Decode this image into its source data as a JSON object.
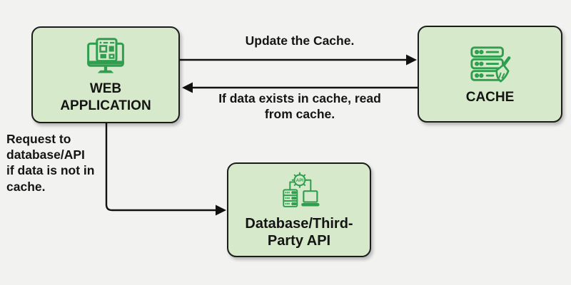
{
  "colors": {
    "background": "#f2f3f1",
    "node_fill": "#d6e9ca",
    "node_border": "#1c1c1c",
    "icon_green": "#2f9e4e",
    "text": "#141414",
    "arrow": "#111111"
  },
  "nodes": [
    {
      "id": "web-application",
      "icon": "monitor-webpage-icon",
      "title_lines": [
        "WEB",
        "APPLICATION"
      ]
    },
    {
      "id": "cache",
      "icon": "server-broom-icon",
      "title_lines": [
        "CACHE"
      ]
    },
    {
      "id": "database-api",
      "icon": "api-gear-laptop-icon",
      "icon_label": "API",
      "title_lines": [
        "Database/Third-",
        "Party API"
      ]
    }
  ],
  "edges": [
    {
      "id": "webapp-to-cache",
      "from": "web-application",
      "to": "cache",
      "direction": "right",
      "label_lines": [
        "Update the Cache."
      ]
    },
    {
      "id": "cache-to-webapp",
      "from": "cache",
      "to": "web-application",
      "direction": "left",
      "label_lines": [
        "If data exists in cache, read",
        "from cache."
      ]
    },
    {
      "id": "webapp-to-database",
      "from": "web-application",
      "to": "database-api",
      "direction": "down-right",
      "label_lines": [
        "Request to",
        "database/API",
        "if data is not in",
        "cache."
      ]
    }
  ]
}
